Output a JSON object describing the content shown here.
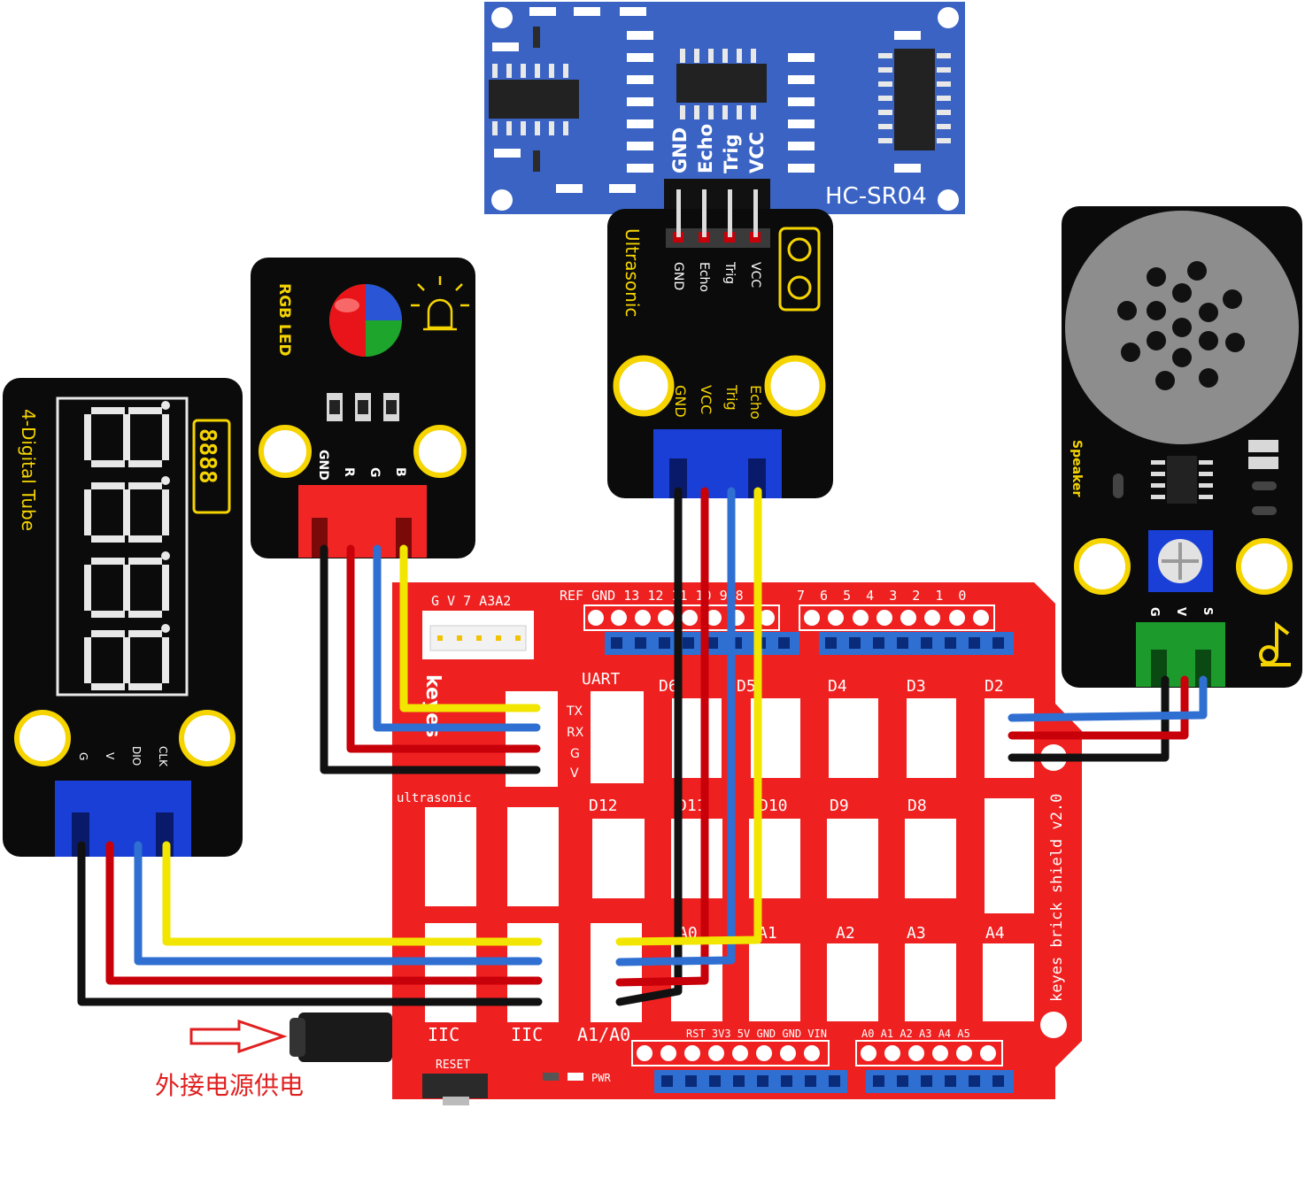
{
  "ultrasonic_sensor": {
    "model": "HC-SR04",
    "pins": [
      "GND",
      "Echo",
      "Trig",
      "VCC"
    ]
  },
  "ultrasonic_adapter": {
    "title": "Ultrasonic",
    "top_pins": [
      "GND",
      "Echo",
      "Trig",
      "VCC"
    ],
    "bottom_pins": [
      "GND",
      "VCC",
      "Trig",
      "Echo"
    ]
  },
  "rgb_led": {
    "title": "RGB LED",
    "pins": [
      "GND",
      "R",
      "G",
      "B"
    ]
  },
  "digital_tube": {
    "title": "4-Digital Tube",
    "display": "8888",
    "pins": [
      "G",
      "V",
      "DIO",
      "CLK"
    ]
  },
  "speaker": {
    "title": "Speaker",
    "pins": [
      "G",
      "V",
      "S"
    ]
  },
  "shield": {
    "name": "keyes brick shield v2.0",
    "top_header_label": "REF GND 13 12 11 10 9 8",
    "top_header_label2": "7 6 5 4 3 2 1 0",
    "gv_header": "G V 7 A3A2",
    "uart_label": "UART",
    "uart_pins": [
      "TX",
      "RX",
      "G",
      "V"
    ],
    "row1_labels": [
      "D6",
      "D5",
      "D4",
      "D3",
      "D2"
    ],
    "row2_labels": [
      "D12",
      "D11",
      "D10",
      "D9",
      "D8"
    ],
    "row3_labels": [
      "A0",
      "A1",
      "A2",
      "A3",
      "A4"
    ],
    "ultrasonic_label": "ultrasonic",
    "iic_labels": [
      "IIC",
      "IIC"
    ],
    "a1a0_label": "A1/A0",
    "reset_label": "RESET",
    "pwr_label": "PWR",
    "power_header": "RST 3V3 5V GND GND VIN",
    "analog_header": "A0 A1 A2 A3 A4 A5",
    "brand": "keyes"
  },
  "annotation": {
    "text": "外接电源供电"
  },
  "colors": {
    "wire_black": "#111111",
    "wire_red": "#c8000a",
    "wire_blue": "#2f6fd1",
    "wire_yellow": "#f2e600",
    "shield_red": "#ef2020",
    "module_black": "#0b0b0b",
    "sensor_blue": "#3a63c4"
  }
}
